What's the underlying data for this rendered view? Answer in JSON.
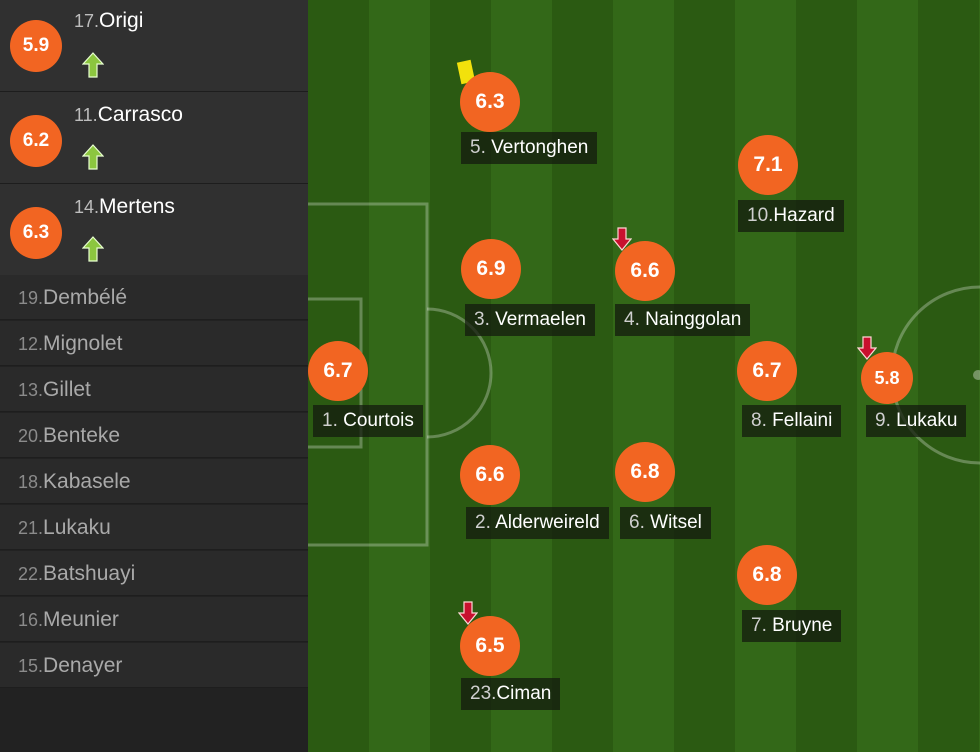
{
  "colors": {
    "rating": "#f26522",
    "pitch_dark": "#2b5a12",
    "pitch_light": "#336818",
    "sub_in_arrow": "#8cc63f",
    "sub_out_arrow": "#c8102e",
    "yellow_card": "#f2e10c"
  },
  "substitutes_in": [
    {
      "number": "17.",
      "name": "Origi",
      "rating": "5.9",
      "icon": "arrow-up-icon"
    },
    {
      "number": "11.",
      "name": "Carrasco",
      "rating": "6.2",
      "icon": "arrow-up-icon"
    },
    {
      "number": "14.",
      "name": "Mertens",
      "rating": "6.3",
      "icon": "arrow-up-icon"
    }
  ],
  "bench": [
    {
      "number": "19.",
      "name": "Dembélé"
    },
    {
      "number": "12.",
      "name": "Mignolet"
    },
    {
      "number": "13.",
      "name": "Gillet"
    },
    {
      "number": "20.",
      "name": "Benteke"
    },
    {
      "number": "18.",
      "name": "Kabasele"
    },
    {
      "number": "21.",
      "name": "Lukaku"
    },
    {
      "number": "22.",
      "name": "Batshuayi"
    },
    {
      "number": "16.",
      "name": "Meunier"
    },
    {
      "number": "15.",
      "name": "Denayer"
    }
  ],
  "lineup": {
    "courtois": {
      "number": "1.",
      "name": "Courtois",
      "rating": "6.7"
    },
    "vertonghen": {
      "number": "5.",
      "name": "Vertonghen",
      "rating": "6.3",
      "card": "yellow"
    },
    "vermaelen": {
      "number": "3.",
      "name": "Vermaelen",
      "rating": "6.9"
    },
    "alderweireld": {
      "number": "2.",
      "name": "Alderweireld",
      "rating": "6.6"
    },
    "ciman": {
      "number": "23.",
      "name": "Ciman",
      "rating": "6.5",
      "subbed_off": true
    },
    "nainggolan": {
      "number": "4.",
      "name": "Nainggolan",
      "rating": "6.6",
      "subbed_off": true
    },
    "witsel": {
      "number": "6.",
      "name": "Witsel",
      "rating": "6.8"
    },
    "hazard": {
      "number": "10.",
      "name": "Hazard",
      "rating": "7.1"
    },
    "fellaini": {
      "number": "8.",
      "name": "Fellaini",
      "rating": "6.7"
    },
    "bruyne": {
      "number": "7.",
      "name": "Bruyne",
      "rating": "6.8"
    },
    "lukaku": {
      "number": "9.",
      "name": "Lukaku",
      "rating": "5.8",
      "subbed_off": true
    }
  }
}
